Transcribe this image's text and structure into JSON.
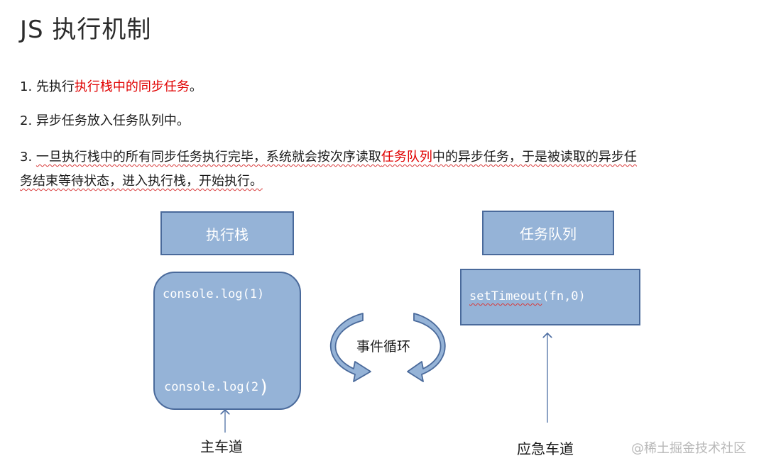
{
  "title": "JS 执行机制",
  "steps": {
    "s1": {
      "prefix": "1. 先执行",
      "highlight": "执行栈中的同步任务",
      "suffix": "。"
    },
    "s2": {
      "text": "2. 异步任务放入任务队列中。"
    },
    "s3": {
      "num": "3. ",
      "part1": "一旦执行栈中的所有同步任务执行完毕，系统就会按次序读取",
      "highlight": "任务队列",
      "part2": "中的异步任务，于是被读取的异步任",
      "part3": "务结束等待状态，进入执行栈，开始执行。"
    }
  },
  "diagram": {
    "stack_title": "执行栈",
    "queue_title": "任务队列",
    "stack_code_1": "console.log(1)",
    "stack_code_2": "console.log(2",
    "stack_code_2_paren": ")",
    "queue_code_fn": "setTimeout",
    "queue_code_args": "(fn,0)",
    "loop_label": "事件循环",
    "main_lane": "主车道",
    "emergency_lane": "应急车道"
  },
  "watermark": "@稀土掘金技术社区",
  "colors": {
    "box_fill": "#95b3d7",
    "box_border": "#4a6a9b",
    "highlight_red": "#e00000",
    "arrow_line": "#4f6fa3"
  }
}
